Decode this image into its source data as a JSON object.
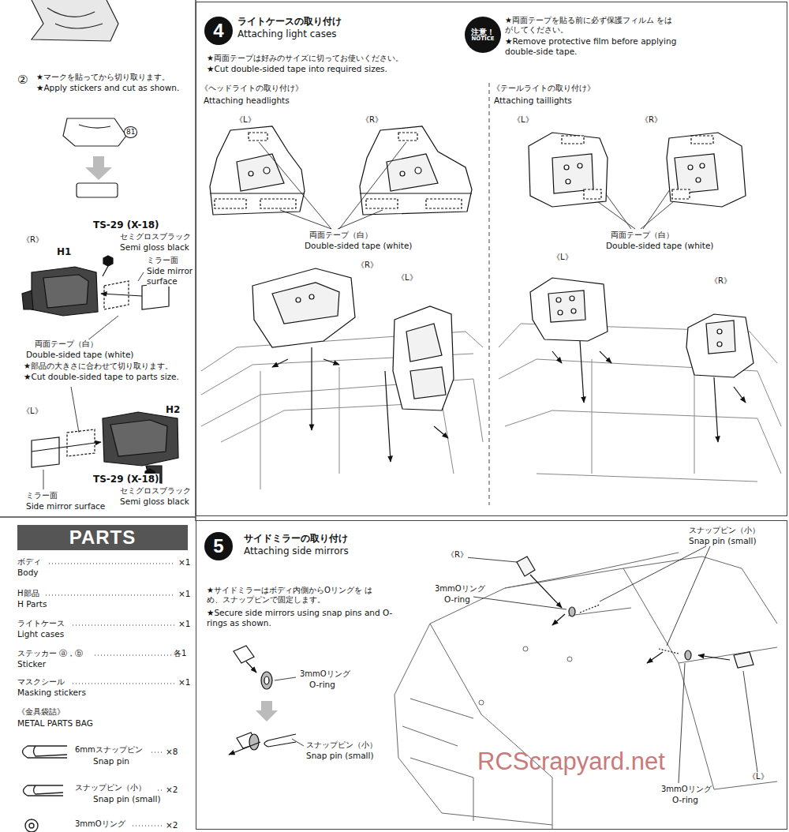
{
  "diagram": {
    "nodes": [
      {
        "text": [
          "ライトケースの取り付け",
          "Attaching light cases"
        ]
      },
      {
        "text": [
          "4"
        ],
        "in": 0
      },
      {
        "text": [
          "注意！",
          "NOTICE"
        ],
        "in": 0
      },
      {
        "text": [
          "サイドミラーの取り付け",
          "Attaching side mirrors"
        ]
      },
      {
        "text": [
          "5"
        ],
        "in": 3
      },
      {
        "text": [
          "PARTS"
        ]
      }
    ],
    "labels": [
      "②",
      "★マークを貼ってから切り取ります。",
      "★Apply stickers and cut as shown.",
      "81",
      "TS-29 (X-18)",
      "セミグロスブラック",
      "Semi gloss black",
      "《R》",
      "H1",
      "ミラー面",
      "Side mirror",
      "surface",
      "両面テープ（白）",
      "Double-sided tape (white)",
      "★部品の大きさに合わせて切り取ります。",
      "★Cut double-sided tape to parts size.",
      "《L》",
      "H2",
      "ミラー面",
      "Side mirror surface",
      "TS-29 (X-18)",
      "セミグロスブラック",
      "Semi gloss black",
      "ボディ",
      "×1",
      "Body",
      "H部品",
      "×1",
      "H Parts",
      "ライトケース",
      "×1",
      "Light cases",
      "ステッカー ⓐ，ⓑ",
      "各1",
      "Sticker",
      "マスクシール",
      "×1",
      "Masking stickers",
      "《金具袋詰》",
      "METAL PARTS BAG",
      "6mmスナップピン",
      "×8",
      "Snap pin",
      "スナップピン（小）",
      "×2",
      "Snap pin (small)",
      "3mmOリング",
      "×2",
      "★両面テープは好みのサイズに切ってお使いください。",
      "★Cut double-sided tape into required sizes.",
      "★両面テープを貼る前に必ず保護フィルム をはがしてください。",
      "★Remove protective film before applying double-side tape.",
      "《ヘッドライトの取り付け》",
      "Attaching headlights",
      "《L》",
      "《R》",
      "両面テープ（白）",
      "Double-sided tape (white)",
      "《R》",
      "《L》",
      "《テールライトの取り付け》",
      "Attaching taillights",
      "《L》",
      "《R》",
      "両面テープ（白）",
      "Double-sided tape (white)",
      "《L》",
      "《R》",
      "《R》",
      "3mmOリング",
      "O-ring",
      "スナップピン（小）",
      "Snap pin (small)",
      "★サイドミラーはボディ内側からOリングを はめ、スナップピンで固定します。",
      "★Secure side mirrors using snap pins and O-rings as shown.",
      "3mmOリング",
      "O-ring",
      "スナップピン（小）",
      "Snap pin (small)",
      "3mmOリング",
      "O-ring",
      "《L》",
      "RCScrapyard.net"
    ]
  }
}
